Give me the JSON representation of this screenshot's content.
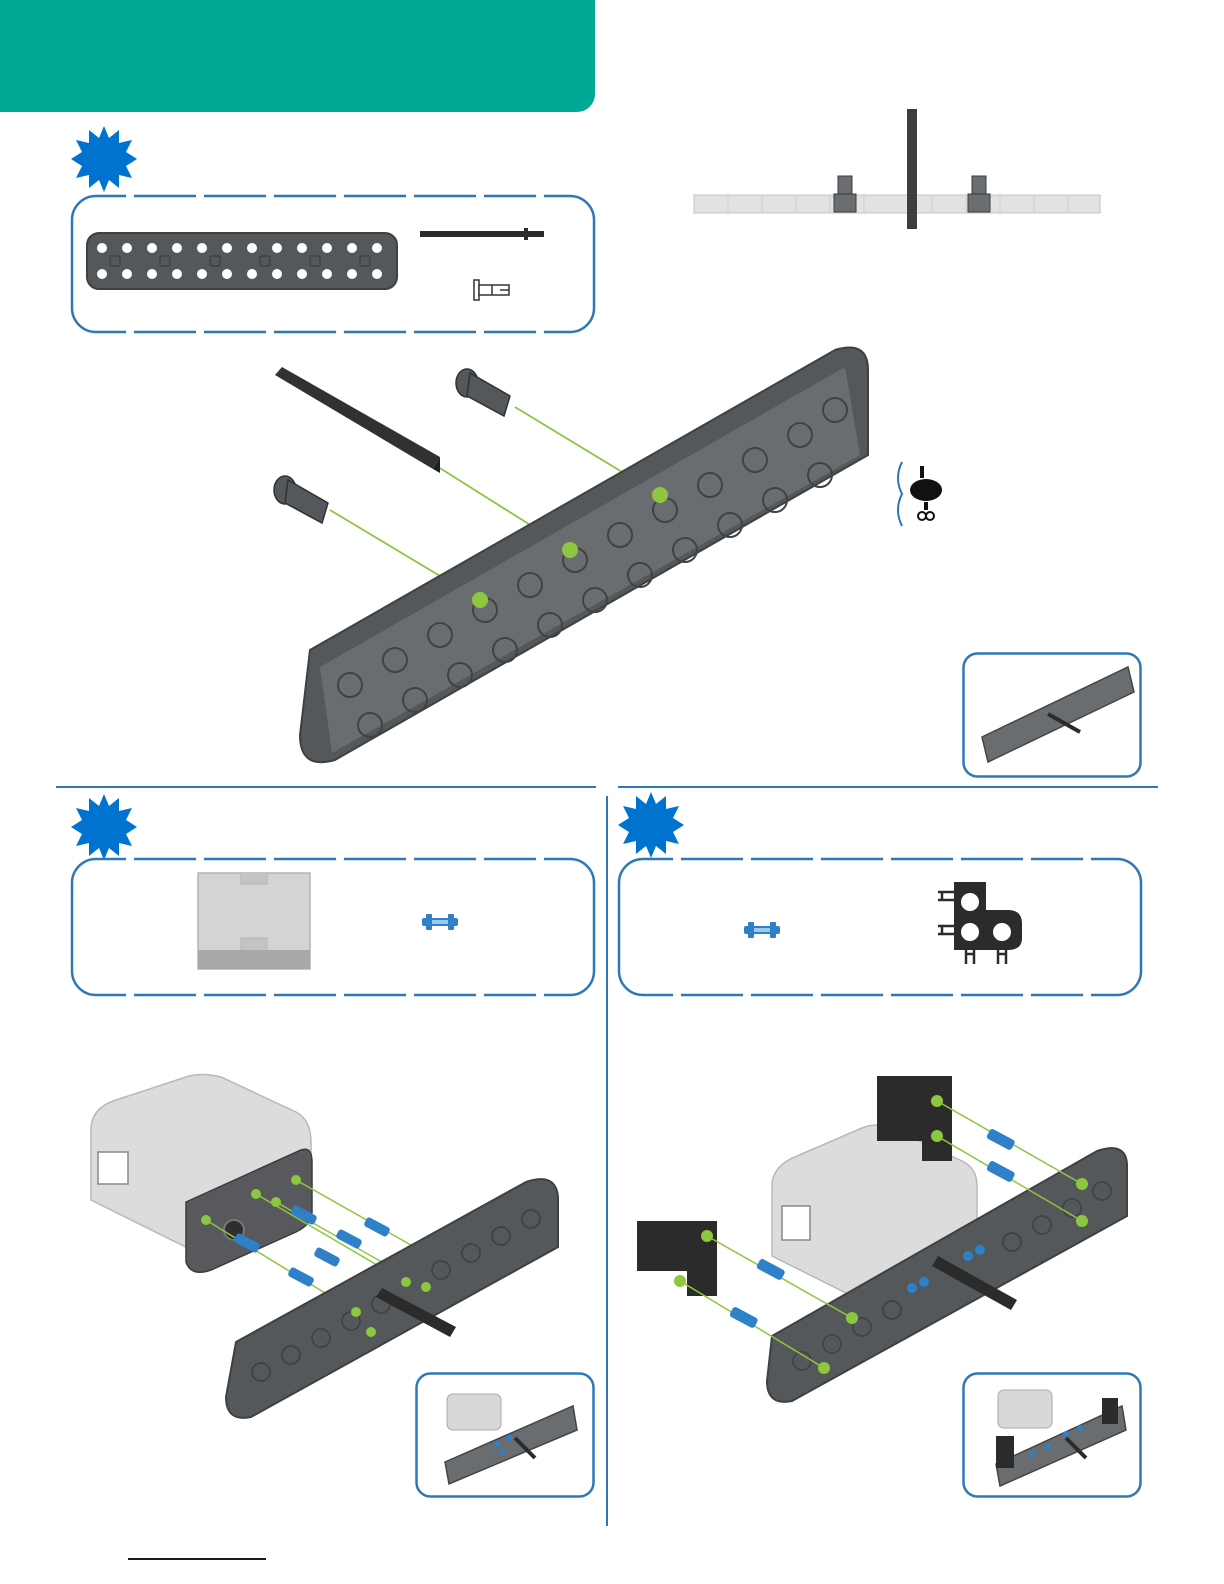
{
  "colors": {
    "header_teal": "#00a996",
    "badge_blue": "#0073cf",
    "frame_blue": "#2e78b8",
    "part_dark_gray": "#55585b",
    "part_black": "#2b2b2b",
    "brain_light_gray": "#d4d4d4",
    "connector_blue": "#2e80c8",
    "guide_green": "#8dc63f"
  },
  "icons": {
    "step_badge": "starburst-badge-icon",
    "robot_mascot": "robot-mascot-icon"
  },
  "steps": [
    {
      "id": "step-1",
      "parts": [
        "beam-2x12-icon",
        "shaft-icon",
        "standoff-connector-icon"
      ]
    },
    {
      "id": "step-2",
      "parts": [
        "robot-brain-icon",
        "blue-pin-icon"
      ]
    },
    {
      "id": "step-3",
      "parts": [
        "blue-pin-icon",
        "corner-connector-icon"
      ]
    }
  ]
}
